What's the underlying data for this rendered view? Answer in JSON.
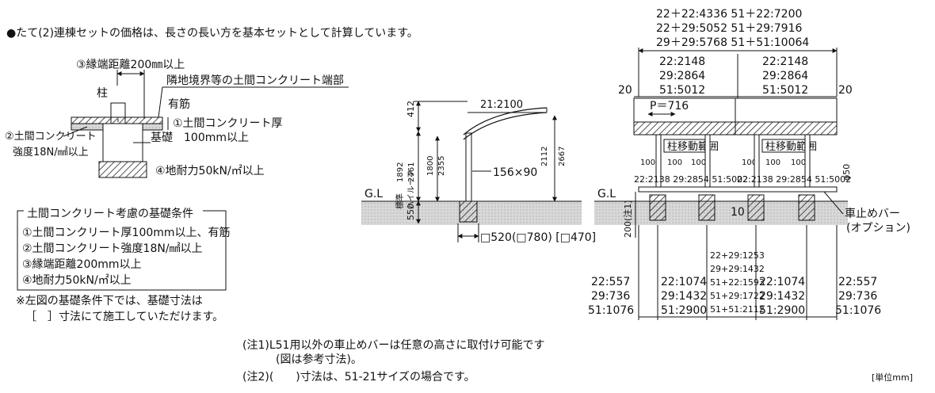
{
  "intro_note": "●たて(2)連棟セットの価格は、長さの長い方を基本セットとして計算しています。",
  "left_diagram": {
    "edge_distance_label": "③縁端距離200㎜以上",
    "boundary_label": "隣地境界等の土間コンクリート端部",
    "pillar_label": "柱",
    "rebar_label": "有筋",
    "slab_thickness_label_1": "①土間コンクリート厚",
    "slab_thickness_label_2": "100mm以上",
    "foundation_label": "基礎",
    "strength_label_1": "②土間コンクリート",
    "strength_label_2": "強度18N/㎟以上",
    "bearing_label": "④地耐力50kN/㎡以上"
  },
  "conditions_box": {
    "title": "土間コンクリート考慮の基礎条件",
    "items": [
      "①土間コンクリート厚100mm以上、有筋",
      "②土間コンクリート強度18N/㎟以上",
      "③縁端距離200mm以上",
      "④地耐力50kN/㎡以上"
    ],
    "footnote_1": "※左図の基礎条件下では、基礎寸法は",
    "footnote_2": "［　］寸法にて施工していただけます。"
  },
  "side_view": {
    "dim_412": "412",
    "roof_span": "21:2100",
    "gl_label": "G.L",
    "dim_550": "550",
    "std_label": "標準",
    "high_roof_label": "ハイルーフ",
    "dim_1892": "1892",
    "dim_2461": "2461",
    "dim_1800": "1800",
    "dim_2355": "2355",
    "dim_2112": "2112",
    "dim_2667": "2667",
    "post_size": "156×90",
    "base_size": "□520(□780) [□470]"
  },
  "front_view": {
    "total_lengths": [
      "22＋22:4336  51＋22:7200",
      "22＋29:5052  51＋29:7916",
      "29＋29:5768  51＋51:10064"
    ],
    "module_lengths": [
      "22:2148",
      "29:2864",
      "51:5012"
    ],
    "overhang": "20",
    "pitch_label": "P＝716",
    "post_range_label": "柱移動範囲",
    "arrow_value": "100",
    "post_spacing": "22:2138 29:2854 51:5002",
    "diameter_label": "φ50",
    "gl_label": "G.L",
    "dim_200": "200(注1)",
    "dim_10": "10",
    "stopper_label_1": "車止めバー",
    "stopper_label_2": "(オプション)",
    "edge_dims": [
      "22:557",
      "29:736",
      "51:1076"
    ],
    "inner_dims": [
      "22:1074",
      "29:1432",
      "51:2900"
    ],
    "center_dims": [
      "22+29:1253",
      "29+29:1432",
      "51+22:1593",
      "51+29:1722",
      "51+51:2112"
    ]
  },
  "notes": {
    "note1_line1": "(注1)L51用以外の車止めバーは任意の高さに取付け可能です",
    "note1_line2": "(図は参考寸法)。",
    "note2": "(注2)(　　)寸法は、51-21サイズの場合です。",
    "unit": "[単位mm]"
  }
}
